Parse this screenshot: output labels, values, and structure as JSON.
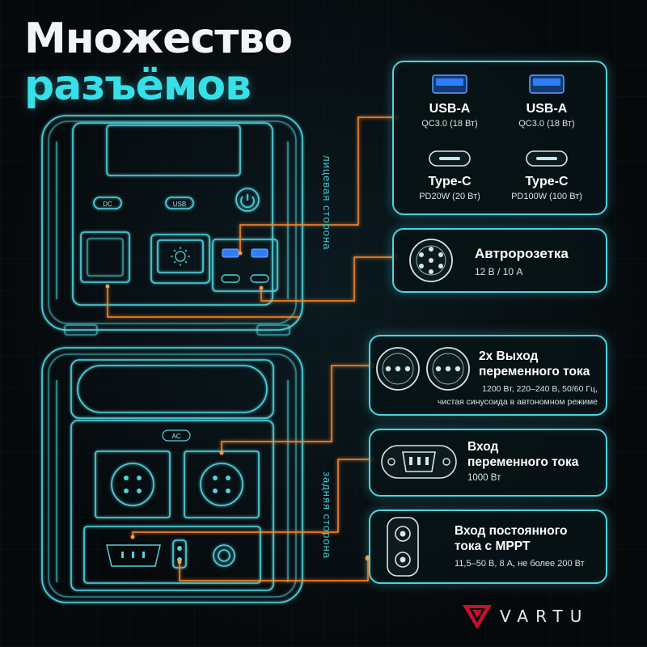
{
  "title": {
    "line1": "Множество",
    "line2": "разъёмов"
  },
  "side_labels": {
    "front": "лицевая сторона",
    "back": "задняя сторона"
  },
  "device_front": {
    "dc_label": "DC",
    "usb_label": "USB"
  },
  "device_back": {
    "ac_label": "AC"
  },
  "usb_panel": {
    "ports": [
      {
        "name": "USB-A",
        "spec": "QC3.0 (18 Вт)",
        "icon": "usb-a-icon"
      },
      {
        "name": "USB-A",
        "spec": "QC3.0 (18 Вт)",
        "icon": "usb-a-icon"
      },
      {
        "name": "Type-C",
        "spec": "PD20W (20 Вт)",
        "icon": "usb-c-icon"
      },
      {
        "name": "Type-C",
        "spec": "PD100W (100 Вт)",
        "icon": "usb-c-icon"
      }
    ]
  },
  "car_panel": {
    "name": "Автророзетка",
    "spec": "12 В / 10 А",
    "icon": "car-socket-icon"
  },
  "ac_out_panel": {
    "title_line1": "2х Выход",
    "title_line2": "переменного тока",
    "spec_line1": "1200 Вт, 220–240 В, 50/60 Гц,",
    "spec_line2": "чистая синусоида в автономном режиме",
    "icon": "ac-outlet-icon"
  },
  "ac_in_panel": {
    "title_line1": "Вход",
    "title_line2": "переменного тока",
    "spec": "1000 Вт",
    "icon": "iec-inlet-icon"
  },
  "dc_in_panel": {
    "title_line1": "Вход постоянного",
    "title_line2": "тока с MPPT",
    "spec": "11,5–50 В, 8 А, не более 200 Вт",
    "icon": "dc-input-icon"
  },
  "brand": {
    "name": "VARTU"
  },
  "colors": {
    "accent": "#4fd3de",
    "title_cyan": "#37e0e8",
    "connector": "#ff8a2a",
    "usb_blue": "#2f7cff"
  }
}
